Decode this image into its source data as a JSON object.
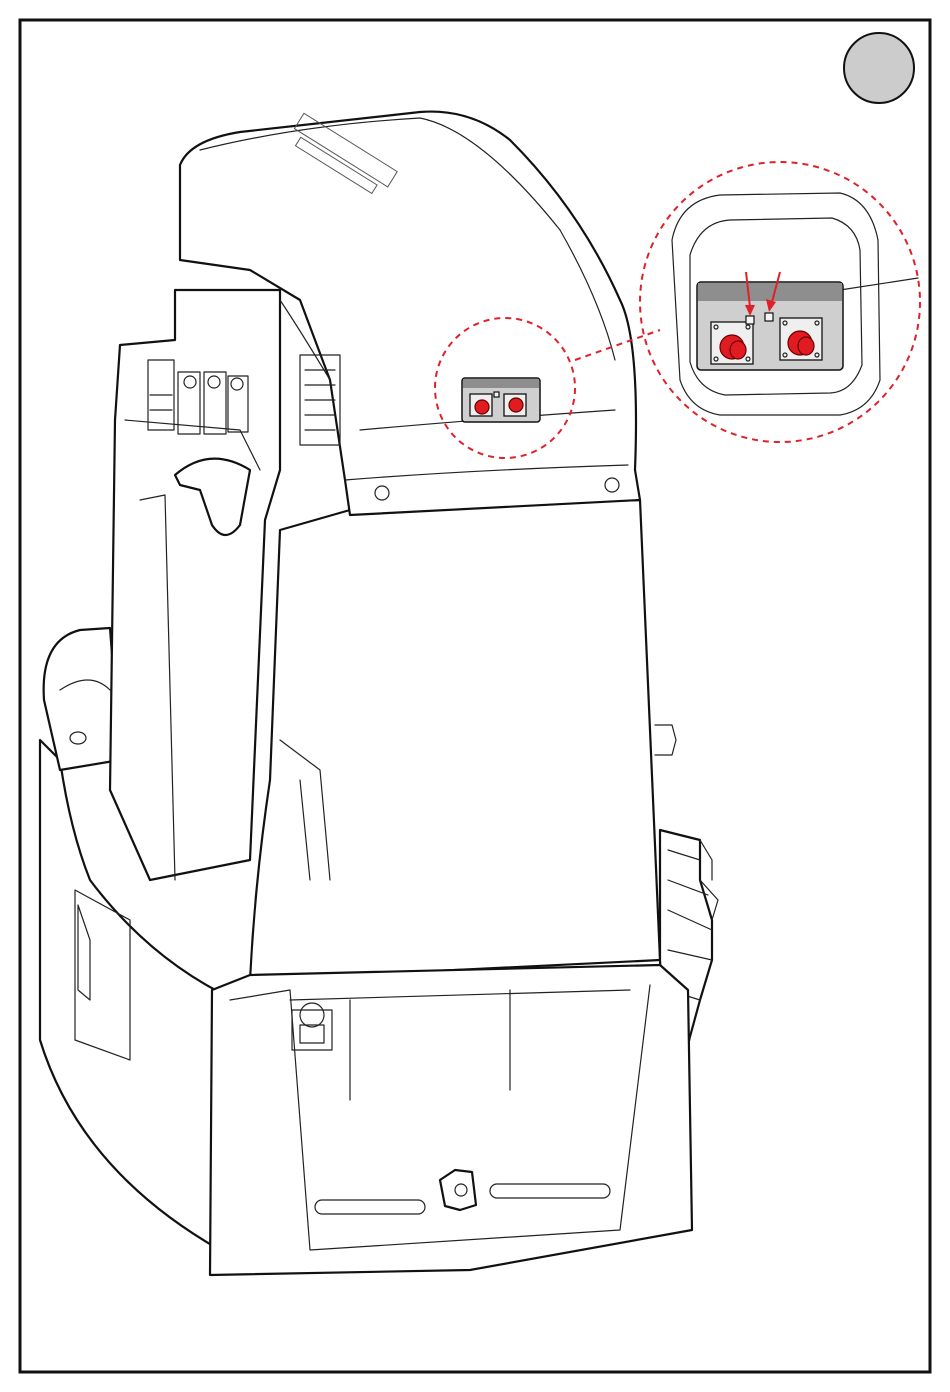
{
  "step_badge": {
    "label": "",
    "fill_color": "#cccccc"
  },
  "colors": {
    "callout": "#e0202a",
    "button": "#e11b22",
    "panel": "#cfcfcf",
    "outline": "#111111"
  },
  "callout": {
    "buttons": [
      {
        "name": "left-button"
      },
      {
        "name": "right-button"
      }
    ],
    "indicators": [
      {
        "name": "led-left"
      },
      {
        "name": "led-right"
      }
    ],
    "arrows": 2
  }
}
